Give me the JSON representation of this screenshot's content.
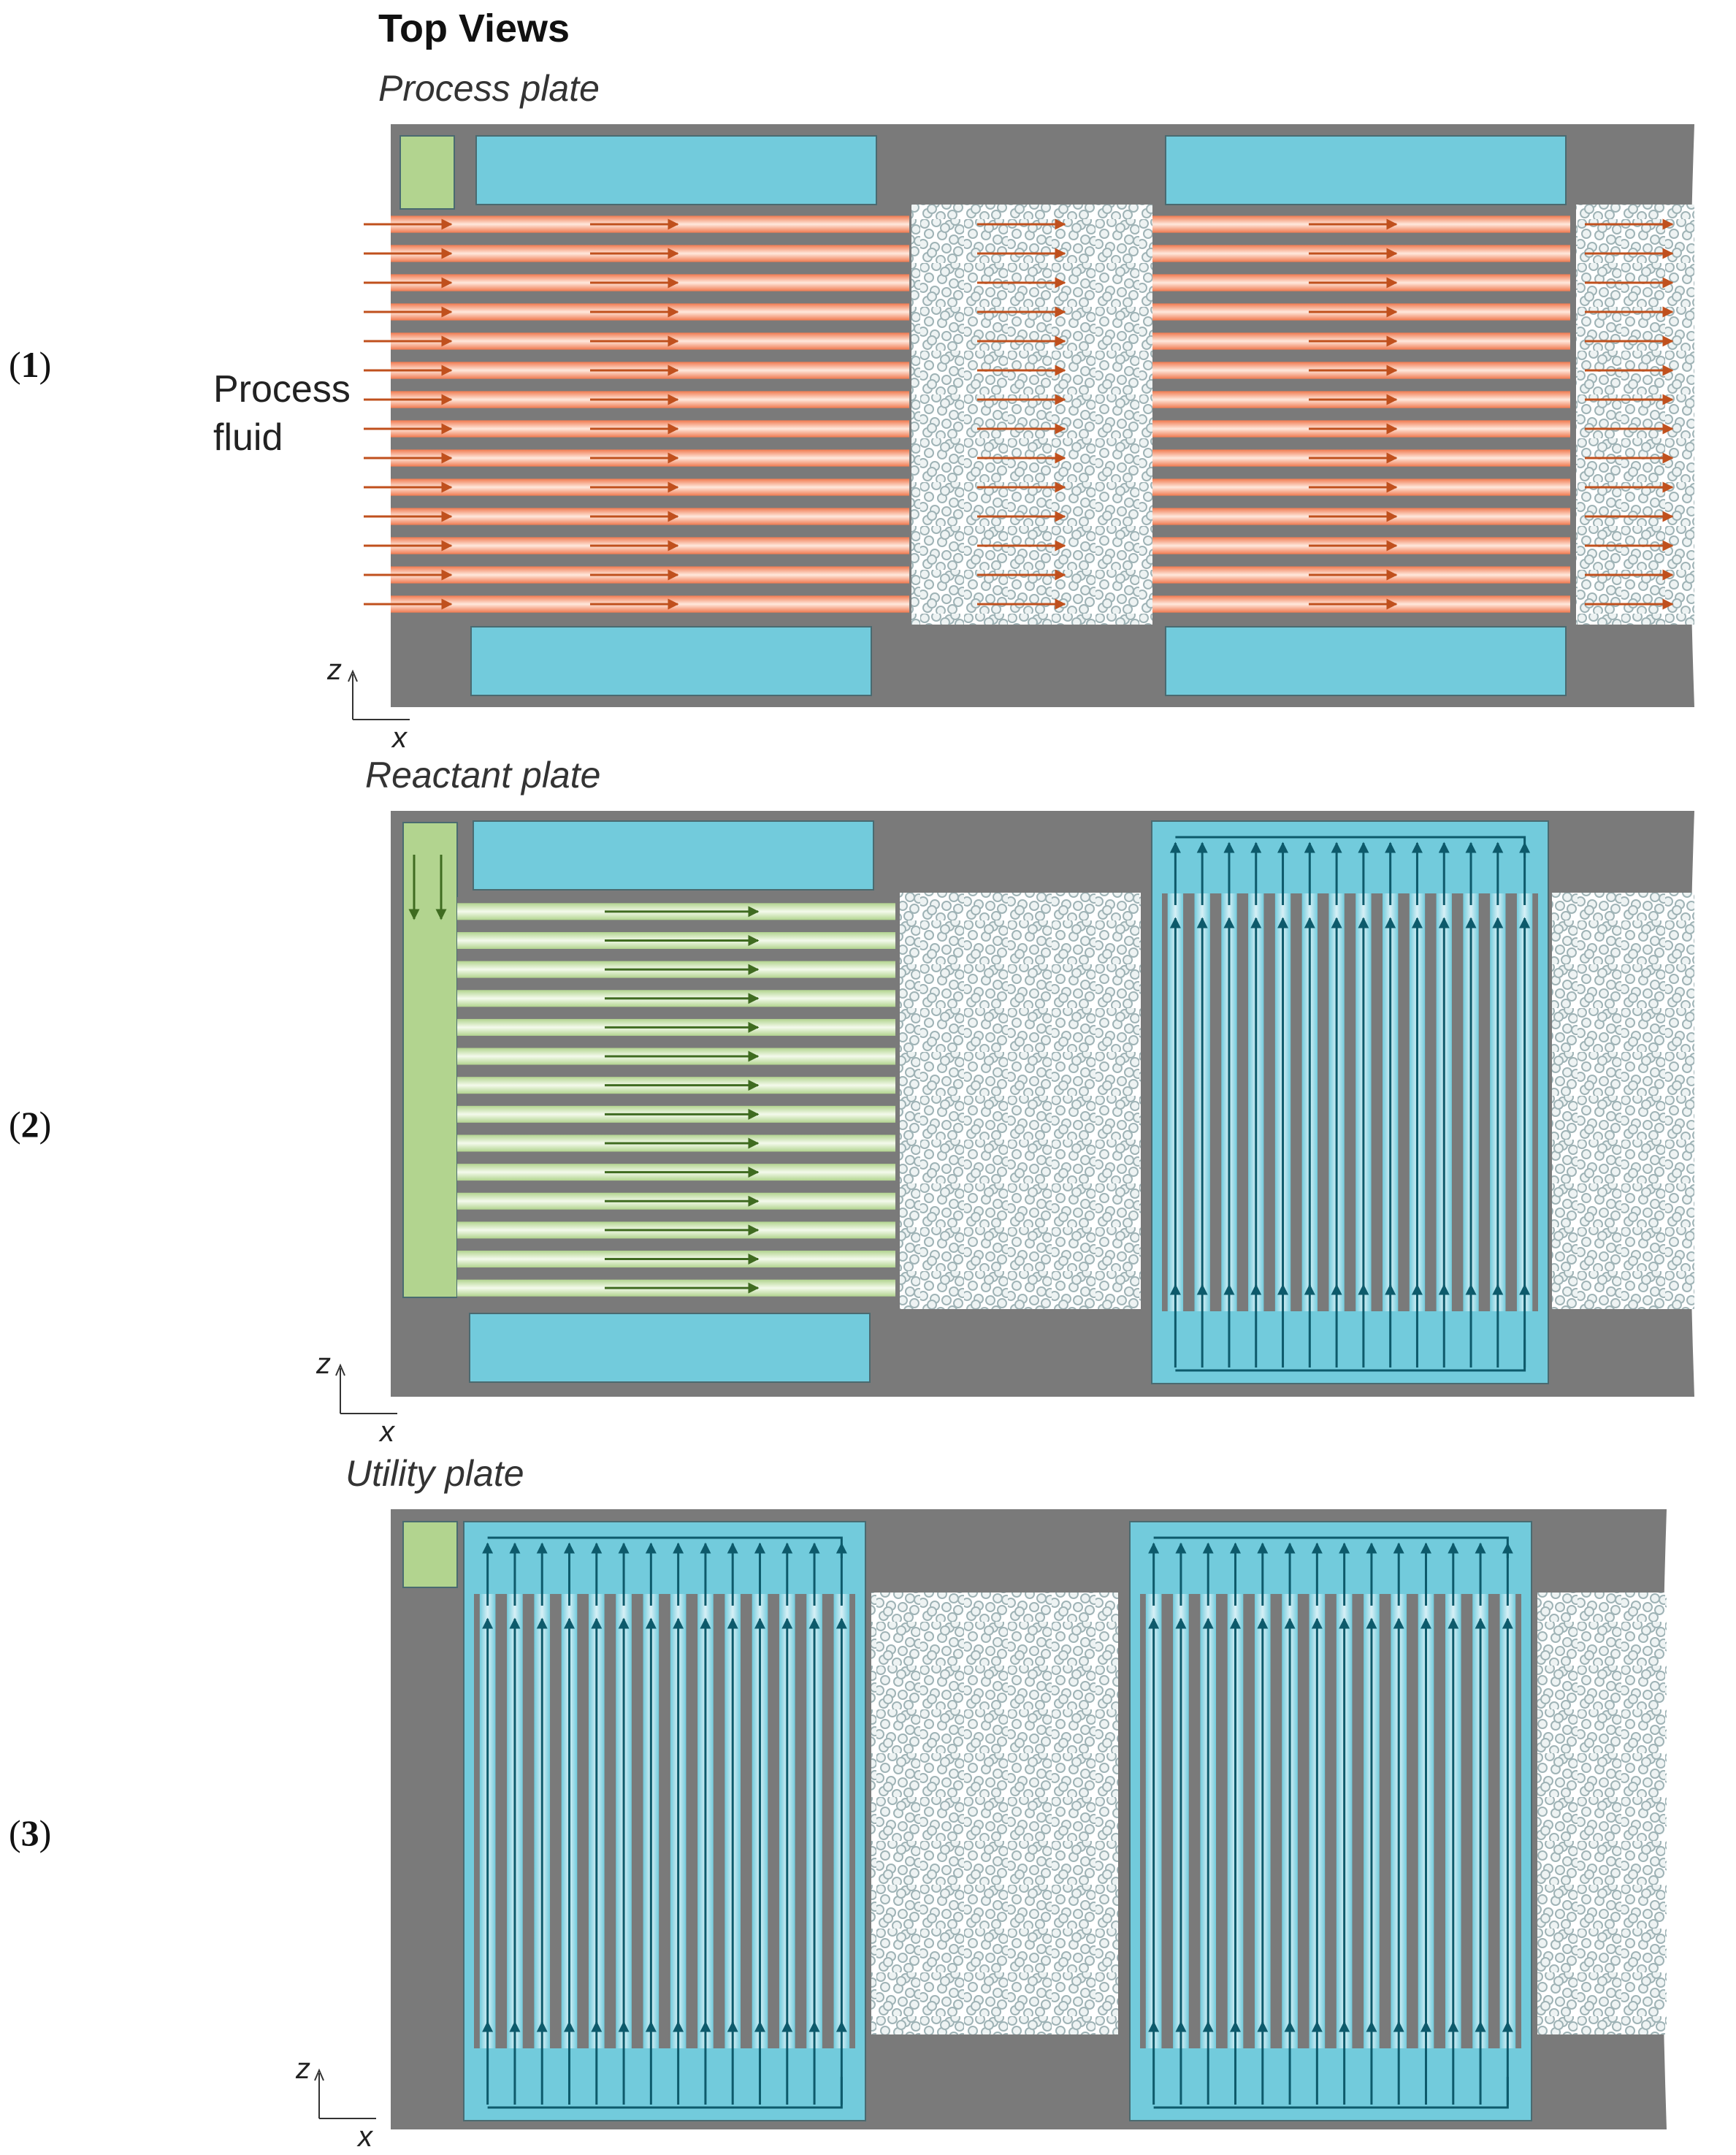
{
  "figure": {
    "heading": "Top Views",
    "panels": [
      {
        "number": "1",
        "title": "Process plate",
        "inlet_label": [
          "Process",
          "fluid"
        ]
      },
      {
        "number": "2",
        "title": "Reactant plate"
      },
      {
        "number": "3",
        "title": "Utility plate"
      }
    ],
    "axes": {
      "vertical": "z",
      "horizontal": "x"
    }
  },
  "colors": {
    "plate": "#7a7a7a",
    "coolant": "#72cbdc",
    "coolant_channel": "#d7f0f6",
    "coolant_arrow": "#0d5a6b",
    "process_channel": "#f07a50",
    "process_arrow": "#c0501d",
    "reactant": "#b2d48f",
    "reactant_arrow": "#3f6b20",
    "catalyst": "#9fb3b6"
  }
}
